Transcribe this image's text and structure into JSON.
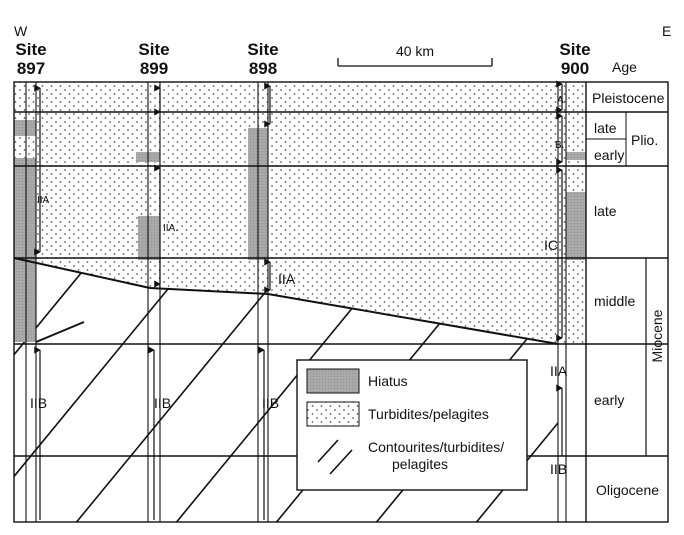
{
  "compass": {
    "west": "W",
    "east": "E"
  },
  "sites": [
    {
      "name": "Site",
      "number": "897"
    },
    {
      "name": "Site",
      "number": "899"
    },
    {
      "name": "Site",
      "number": "898"
    },
    {
      "name": "Site",
      "number": "900"
    }
  ],
  "scale_bar": {
    "label": "40 km"
  },
  "age_header": "Age",
  "ages": {
    "pleistocene": "Pleistocene",
    "plio_late": "late",
    "plio_early": "early",
    "pliocene_abbrev": "Plio.",
    "miocene_late": "late",
    "miocene_middle": "middle",
    "miocene_early": "early",
    "miocene": "Miocene",
    "oligocene": "Oligocene"
  },
  "units": {
    "site897_upper": "IIA",
    "site897_lower": "IIB",
    "site899_upper": "IIA.",
    "site899_lower": "IIB",
    "site898_upper": "IIA",
    "site898_lower": "IIB",
    "site900_a": "A",
    "site900_b": "B.",
    "site900_ic": "IC",
    "site900_iia": "IIA",
    "site900_iib": "IIB"
  },
  "legend": {
    "hiatus": "Hiatus",
    "turbidites": "Turbidites/pelagites",
    "contourites_line1": "Contourites/turbidites/",
    "contourites_line2": "pelagites"
  },
  "colors": {
    "hiatus_fill": "#a9a9a9",
    "line": "#111111",
    "dots": "#555555"
  }
}
